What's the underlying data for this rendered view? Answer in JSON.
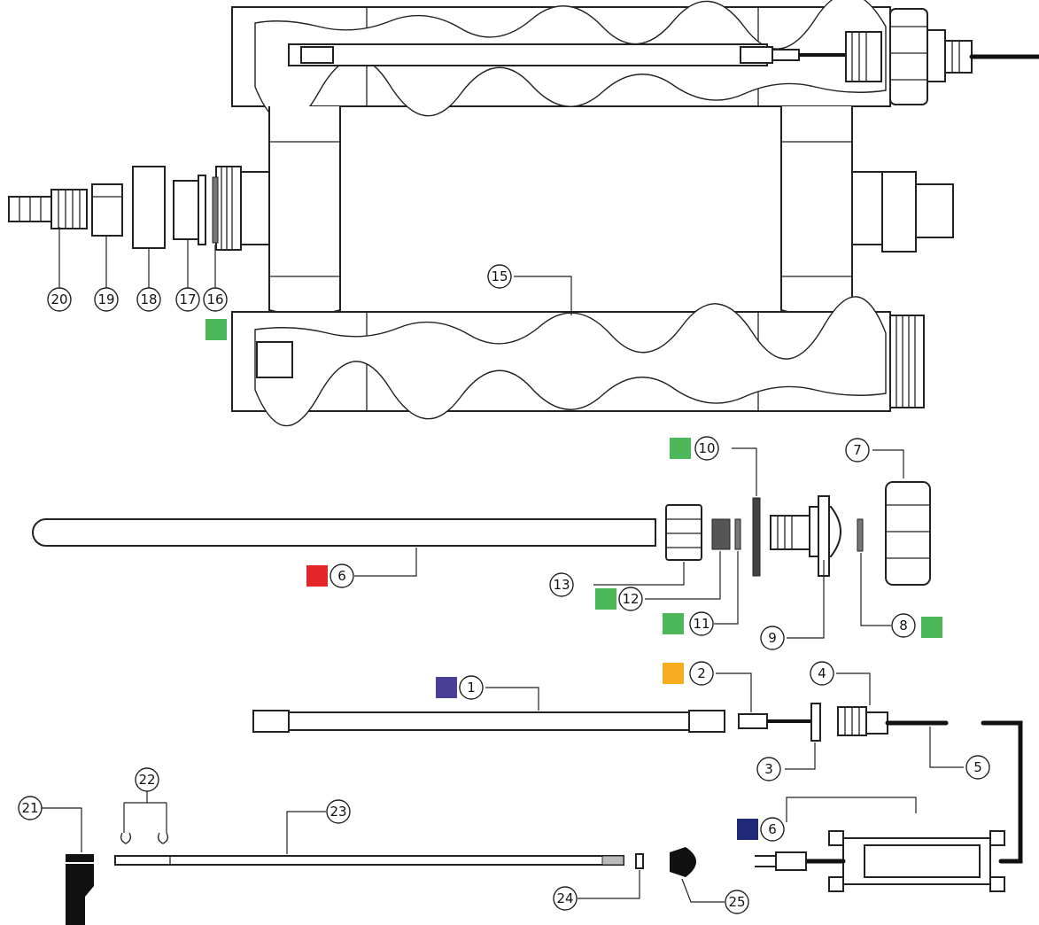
{
  "callouts": [
    {
      "id": "c1",
      "label": "1"
    },
    {
      "id": "c2",
      "label": "2"
    },
    {
      "id": "c3",
      "label": "3"
    },
    {
      "id": "c4",
      "label": "4"
    },
    {
      "id": "c5",
      "label": "5"
    },
    {
      "id": "c6a",
      "label": "6"
    },
    {
      "id": "c6b",
      "label": "6"
    },
    {
      "id": "c7",
      "label": "7"
    },
    {
      "id": "c8",
      "label": "8"
    },
    {
      "id": "c9",
      "label": "9"
    },
    {
      "id": "c10",
      "label": "10"
    },
    {
      "id": "c11",
      "label": "11"
    },
    {
      "id": "c12",
      "label": "12"
    },
    {
      "id": "c13",
      "label": "13"
    },
    {
      "id": "c15",
      "label": "15"
    },
    {
      "id": "c16",
      "label": "16"
    },
    {
      "id": "c17",
      "label": "17"
    },
    {
      "id": "c18",
      "label": "18"
    },
    {
      "id": "c19",
      "label": "19"
    },
    {
      "id": "c20",
      "label": "20"
    },
    {
      "id": "c21",
      "label": "21"
    },
    {
      "id": "c22",
      "label": "22"
    },
    {
      "id": "c23",
      "label": "23"
    },
    {
      "id": "c24",
      "label": "24"
    },
    {
      "id": "c25",
      "label": "25"
    }
  ],
  "markers": {
    "green": "#4cb85a",
    "red": "#e3262a",
    "purple": "#4a3f96",
    "orange": "#f6ae20",
    "navy": "#1f2a78"
  },
  "colors": {
    "line": "#222222",
    "background": "#ffffff",
    "cable": "#111111"
  }
}
